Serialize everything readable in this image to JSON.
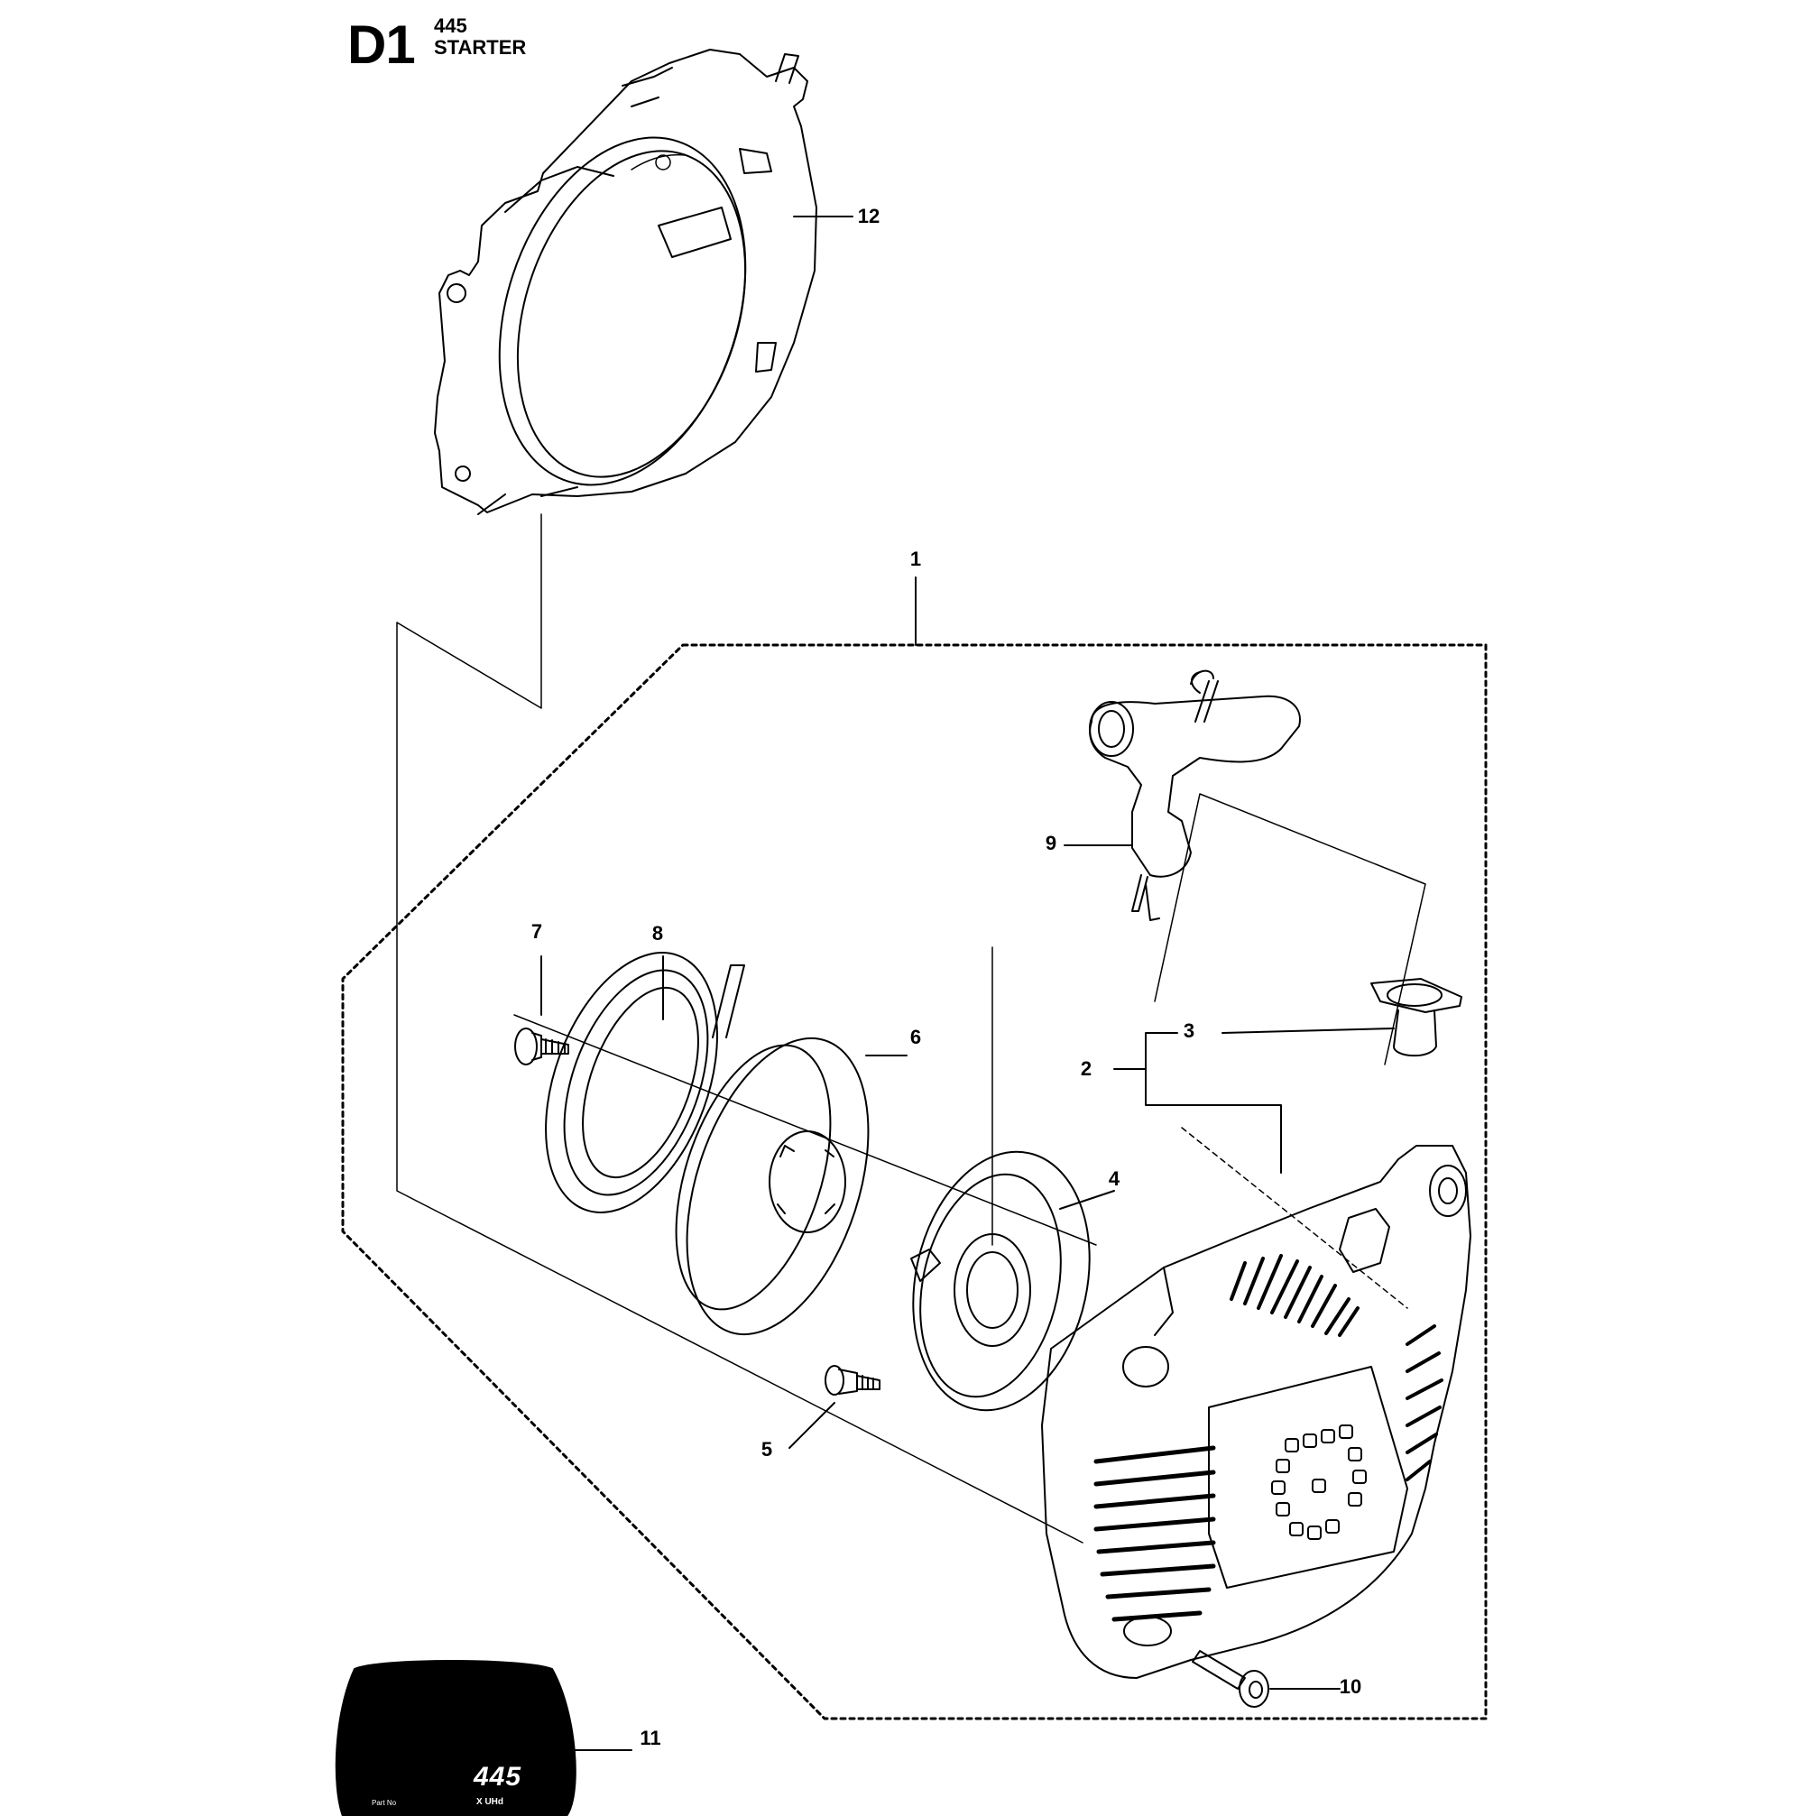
{
  "header": {
    "section_code": "D1",
    "model": "445",
    "title": "STARTER"
  },
  "callouts": [
    {
      "id": "1",
      "label": "1"
    },
    {
      "id": "2",
      "label": "2"
    },
    {
      "id": "3",
      "label": "3"
    },
    {
      "id": "4",
      "label": "4"
    },
    {
      "id": "5",
      "label": "5"
    },
    {
      "id": "6",
      "label": "6"
    },
    {
      "id": "7",
      "label": "7"
    },
    {
      "id": "8",
      "label": "8"
    },
    {
      "id": "9",
      "label": "9"
    },
    {
      "id": "10",
      "label": "10"
    },
    {
      "id": "11",
      "label": "11"
    },
    {
      "id": "12",
      "label": "12"
    }
  ],
  "decal": {
    "model_text": "445",
    "small_left": "Part No",
    "small_right": "X UHd"
  },
  "colors": {
    "line": "#000000",
    "background": "#ffffff",
    "decal_fill": "#000000"
  }
}
